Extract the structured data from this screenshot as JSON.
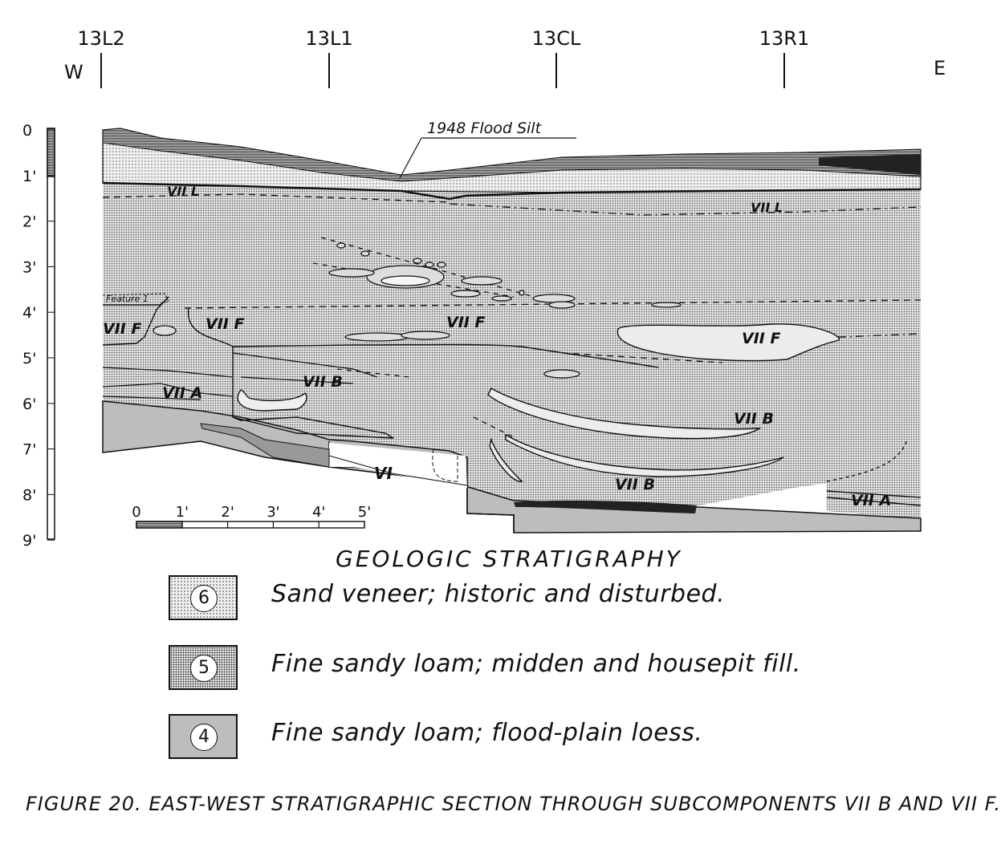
{
  "grid_stakes": [
    "13L2",
    "13L1",
    "13CL",
    "13R1"
  ],
  "directions": {
    "west": "W",
    "east": "E"
  },
  "depth_labels": [
    "0",
    "1'",
    "2'",
    "3'",
    "4'",
    "5'",
    "6'",
    "7'",
    "8'",
    "9'"
  ],
  "scale_labels": [
    "0",
    "1'",
    "2'",
    "3'",
    "4'",
    "5'"
  ],
  "annotations": {
    "flood_silt": "1948 Flood Silt",
    "vii_l_west": "VII L",
    "vii_l_east": "VII L",
    "feature": "Feature 1",
    "vii_f_1": "VII F",
    "vii_f_2": "VII F",
    "vii_f_3": "VII F",
    "vii_f_4": "VII F",
    "vii_b_1": "VII B",
    "vii_b_2": "VII B",
    "vii_b_3": "VII B",
    "vii_a_west": "VII A",
    "vii_a_east": "VII A",
    "vi": "VI"
  },
  "legend": {
    "title": "GEOLOGIC STRATIGRAPHY",
    "items": [
      {
        "number": "6",
        "description": "Sand veneer; historic and disturbed."
      },
      {
        "number": "5",
        "description": "Fine sandy loam; midden and housepit fill."
      },
      {
        "number": "4",
        "description": "Fine sandy loam; flood-plain loess."
      }
    ]
  },
  "caption": "FIGURE 20. EAST-WEST STRATIGRAPHIC SECTION THROUGH SUBCOMPONENTS VII B AND VII F.",
  "colors": {
    "ink": "#111111",
    "unit4": "#bdbdbd",
    "unit5": "#e4e4e4",
    "unit6": "#eeeeee",
    "dark_lens": "#2a2a2a"
  }
}
